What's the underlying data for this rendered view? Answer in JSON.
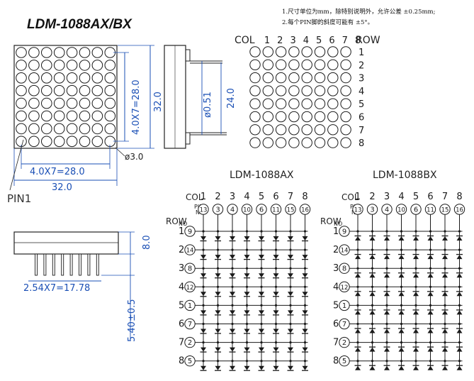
{
  "title": "LDM-1088AX/BX",
  "notes": [
    "1.尺寸单位为mm，除特别说明外，允许公差 ±0.25mm;",
    "2.每个PIN脚的斜度可能有 ±5°。"
  ],
  "front_view": {
    "width_dim": "32.0",
    "pitch_dim_h": "4.0X7=28.0",
    "pitch_dim_v": "4.0X7=28.0",
    "height_dim": "32.0",
    "dot_dia": "ø3.0",
    "pin1_label": "PIN1"
  },
  "side_view": {
    "pin_dia": "ø0.51",
    "length_dim": "24.0"
  },
  "bottom_view": {
    "pitch_dim": "2.54X7=17.78",
    "pin_len_dim": "5.40±0.5",
    "height_dim": "8.0"
  },
  "grid_view": {
    "col_header": "COL",
    "row_header": "ROW",
    "col_numbers": [
      "1",
      "2",
      "3",
      "4",
      "5",
      "6",
      "7",
      "8"
    ],
    "row_numbers": [
      "1",
      "2",
      "3",
      "4",
      "5",
      "6",
      "7",
      "8"
    ]
  },
  "circuits": {
    "common": {
      "col_label": "COL",
      "row_label": "ROW",
      "pin_label": "PIN",
      "no_label": "NO",
      "col_numbers": [
        "1",
        "2",
        "3",
        "4",
        "5",
        "6",
        "7",
        "8"
      ],
      "col_pins": [
        "13",
        "3",
        "4",
        "10",
        "6",
        "11",
        "15",
        "16"
      ],
      "row_numbers": [
        "1",
        "2",
        "3",
        "4",
        "5",
        "6",
        "7",
        "8"
      ],
      "row_pins": [
        "9",
        "14",
        "8",
        "12",
        "1",
        "7",
        "2",
        "5"
      ]
    },
    "ax": {
      "title": "LDM-1088AX"
    },
    "bx": {
      "title": "LDM-1088BX"
    }
  },
  "colors": {
    "ink": "#1a1a1a",
    "dimension": "#1a4fb5"
  }
}
